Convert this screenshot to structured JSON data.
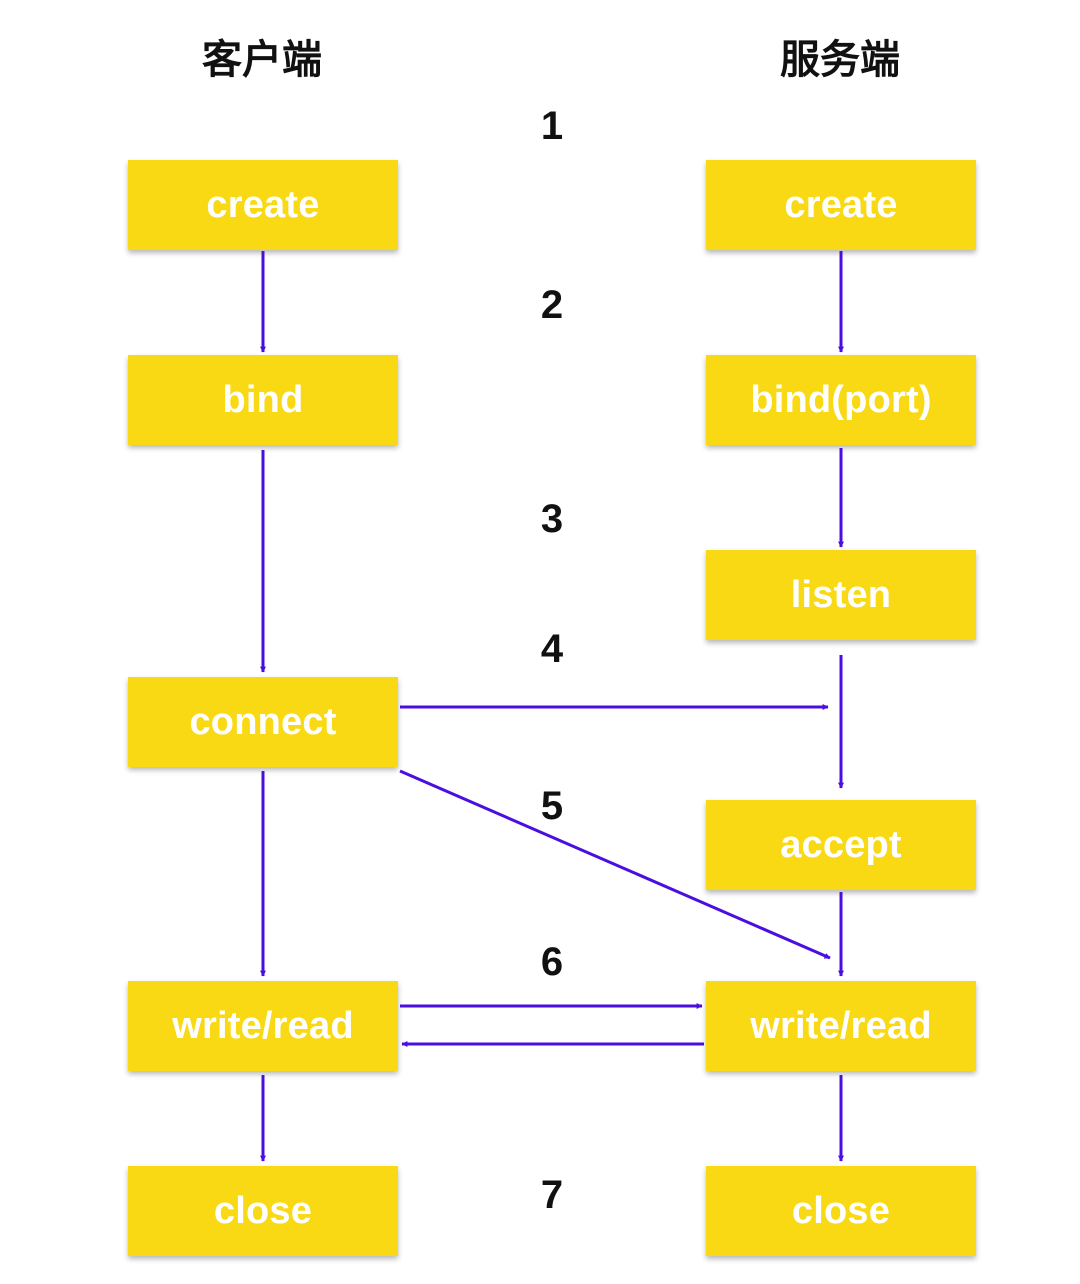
{
  "headings": {
    "client": "客户端",
    "server": "服务端"
  },
  "steps": [
    "1",
    "2",
    "3",
    "4",
    "5",
    "6",
    "7"
  ],
  "client_nodes": {
    "create": "create",
    "bind": "bind",
    "connect": "connect",
    "write_read": "write/read",
    "close": "close"
  },
  "server_nodes": {
    "create": "create",
    "bind": "bind(port)",
    "listen": "listen",
    "accept": "accept",
    "write_read": "write/read",
    "close": "close"
  },
  "colors": {
    "box_fill": "#f8d914",
    "box_text": "#ffffff",
    "arrow": "#4a0fe0",
    "heading_text": "#111111"
  }
}
